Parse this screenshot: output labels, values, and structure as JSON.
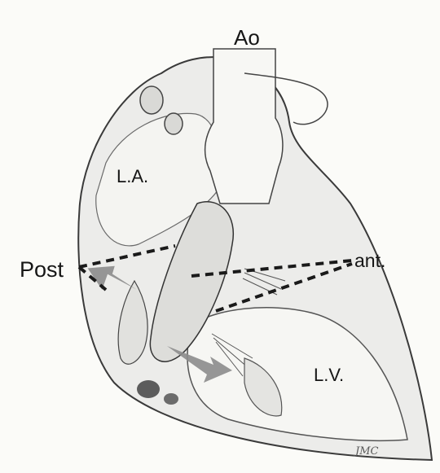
{
  "labels": {
    "aorta": "Ao",
    "left_atrium": "L.A.",
    "posterior": "Post",
    "anterior": "ant.",
    "left_ventricle": "L.V."
  },
  "signature": "JMC",
  "colors": {
    "paper": "#fbfbf8",
    "wall_fill": "#e6e6e3",
    "outline": "#3a3a3a",
    "dashed_line": "#1a1a1a",
    "arrow": "#8c8c8c",
    "text": "#161616"
  }
}
